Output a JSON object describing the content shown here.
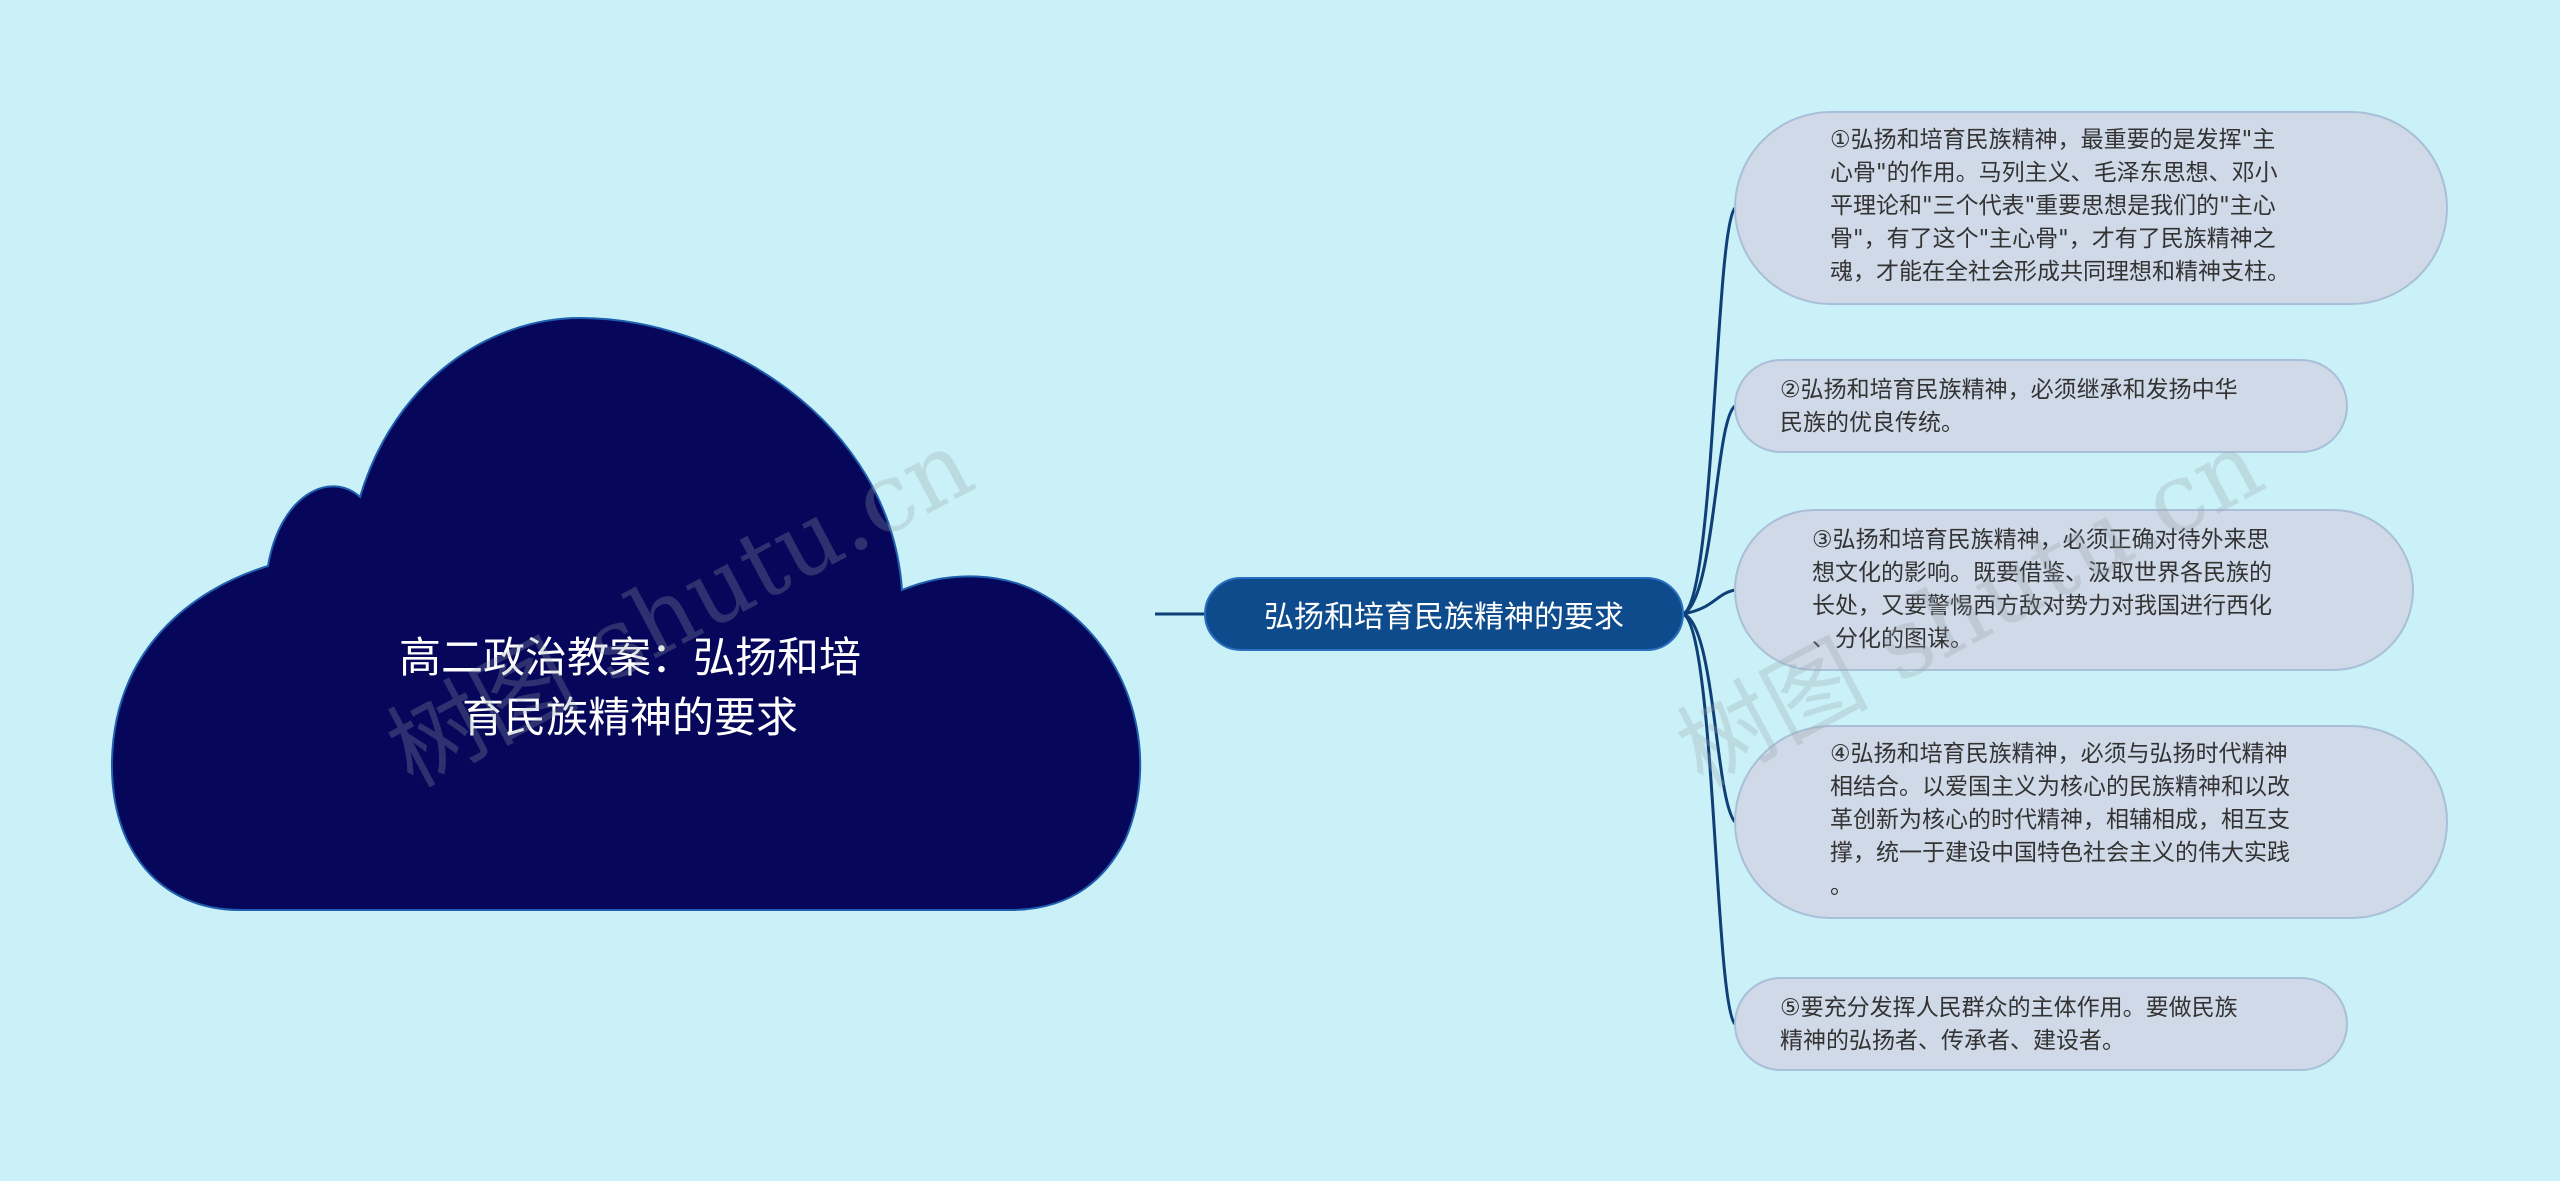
{
  "root": {
    "title_line1": "高二政治教案：弘扬和培",
    "title_line2": "育民族精神的要求"
  },
  "center": {
    "label": "弘扬和培育民族精神的要求"
  },
  "leaves": [
    {
      "lines": [
        "①弘扬和培育民族精神，最重要的是发挥\"主",
        "心骨\"的作用。马列主义、毛泽东思想、邓小",
        "平理论和\"三个代表\"重要思想是我们的\"主心",
        "骨\"，有了这个\"主心骨\"，才有了民族精神之",
        "魂，才能在全社会形成共同理想和精神支柱。"
      ]
    },
    {
      "lines": [
        "②弘扬和培育民族精神，必须继承和发扬中华",
        "民族的优良传统。"
      ]
    },
    {
      "lines": [
        "③弘扬和培育民族精神，必须正确对待外来思",
        "想文化的影响。既要借鉴、汲取世界各民族的",
        "长处，又要警惕西方敌对势力对我国进行西化",
        "、分化的图谋。"
      ]
    },
    {
      "lines": [
        "④弘扬和培育民族精神，必须与弘扬时代精神",
        "相结合。以爱国主义为核心的民族精神和以改",
        "革创新为核心的时代精神，相辅相成，相互支",
        "撑，统一于建设中国特色社会主义的伟大实践",
        "。"
      ]
    },
    {
      "lines": [
        "⑤要充分发挥人民群众的主体作用。要做民族",
        "精神的弘扬者、传承者、建设者。"
      ]
    }
  ],
  "watermark": {
    "text": "树图 shutu.cn"
  },
  "colors": {
    "background": "#c9f1f7",
    "cloud_fill": "#06065a",
    "center_fill": "#0d4b8c",
    "leaf_fill": "#cfd9e8",
    "line": "#0e3f77"
  }
}
